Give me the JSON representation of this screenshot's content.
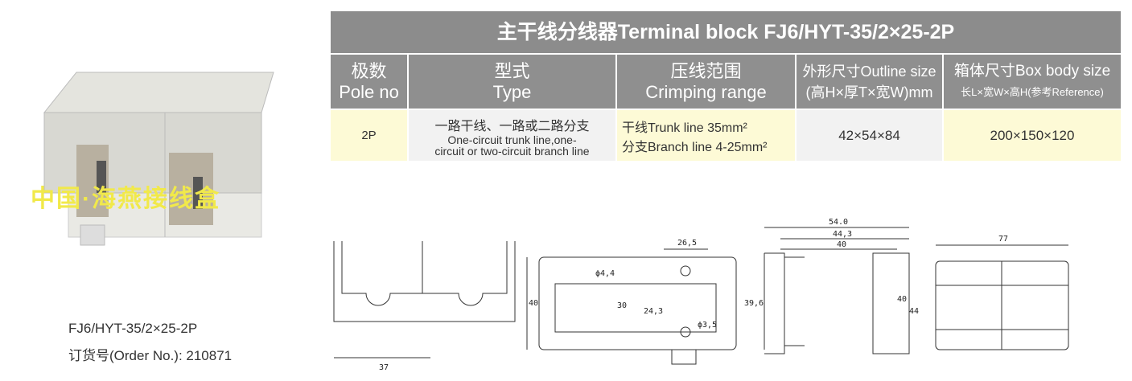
{
  "table": {
    "title": "主干线分线器Terminal block   FJ6/HYT-35/2×25-2P",
    "headers": [
      {
        "cn": "极数",
        "en": "Pole no"
      },
      {
        "cn": "型式",
        "en": "Type"
      },
      {
        "cn": "压线范围",
        "en": "Crimping range"
      },
      {
        "cn": "外形尺寸Outline size",
        "en": "(高H×厚T×宽W)mm"
      },
      {
        "cn": "箱体尺寸Box body size",
        "en": "长L×宽W×高H(参考Reference)"
      }
    ],
    "row": {
      "pole": "2P",
      "type_cn": "一路干线、一路或二路分支",
      "type_en1": "One-circuit trunk line,one-",
      "type_en2": "circuit or two-circuit branch line",
      "crimp1": "干线Trunk line    35mm²",
      "crimp2": "分支Branch line  4-25mm²",
      "outline": "42×54×84",
      "box": "200×150×120"
    }
  },
  "product": {
    "watermark": "中国·海燕接线盒",
    "model": "FJ6/HYT-35/2×25-2P",
    "order": "订货号(Order No.): 210871"
  },
  "drawings": {
    "dims": [
      "37",
      "40",
      "26,5",
      "ϕ4,4",
      "30",
      "24,3",
      "ϕ3,5",
      "40",
      "54.0",
      "44,3",
      "40",
      "39,6",
      "40",
      "44",
      "77"
    ]
  }
}
